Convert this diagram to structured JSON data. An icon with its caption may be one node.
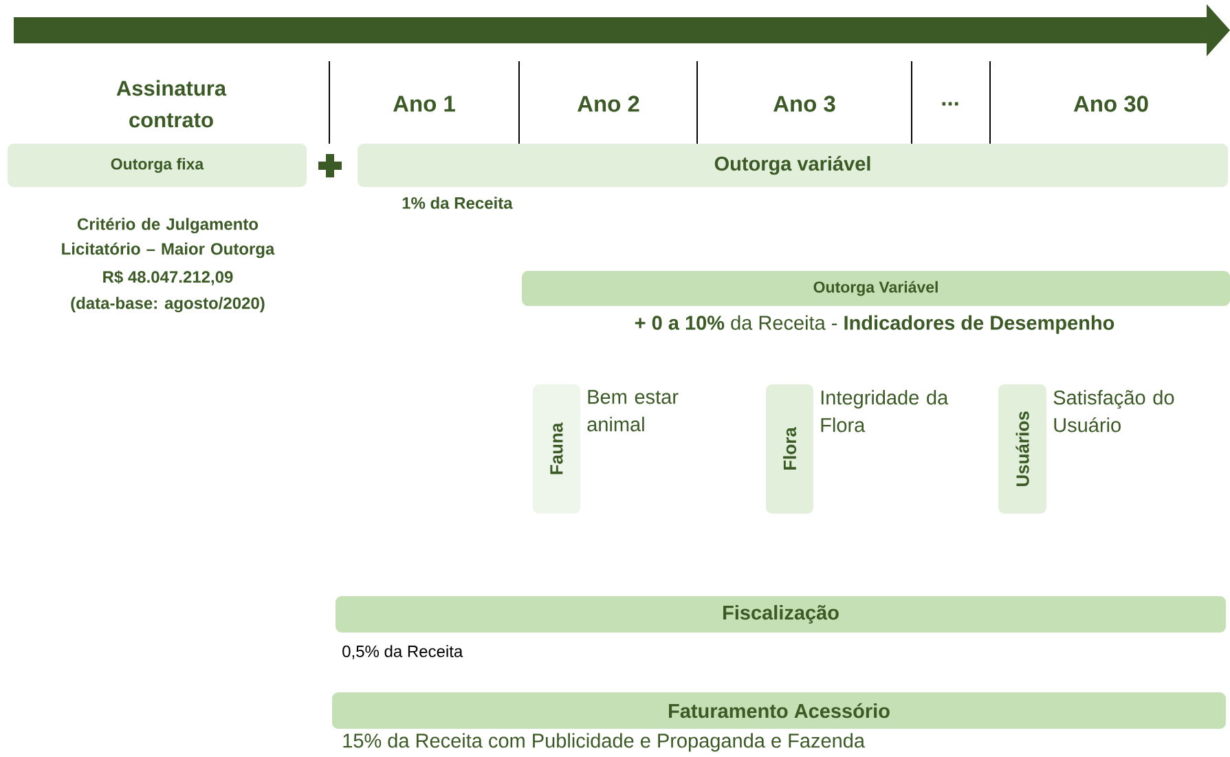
{
  "diagram": {
    "nodes": [
      {
        "text": [
          "Outorga fixa"
        ]
      },
      {
        "text": [
          "Outorga variável"
        ],
        "beside": [
          "1%  da Receita"
        ]
      },
      {
        "text": [
          "Outorga Variável"
        ]
      },
      {
        "text": [
          "Fauna"
        ],
        "beside": [
          "Bem estar animal"
        ]
      },
      {
        "text": [
          "Flora"
        ],
        "beside": [
          "Integridade da Flora"
        ]
      },
      {
        "text": [
          "Usuários"
        ],
        "beside": [
          "Satisfação do Usuário"
        ]
      },
      {
        "text": [
          "Fiscalização"
        ],
        "beside": [
          "0,5% da Receita"
        ]
      },
      {
        "text": [
          "Faturamento Acessório"
        ],
        "beside": [
          "15% da Receita com Publicidade e Propaganda e Fazenda"
        ]
      }
    ],
    "labels": [
      "Assinatura contrato",
      "Ano 1",
      "Ano 2",
      "Ano 3",
      "...",
      "Ano 30",
      "Critério de Julgamento Licitatório – Maior Outorga",
      "R$ 48.047.212,09",
      "(data-base: agosto/2020)",
      "**+ 0 a 10%** da Receita - **Indicadores de Desempenho**"
    ]
  }
}
